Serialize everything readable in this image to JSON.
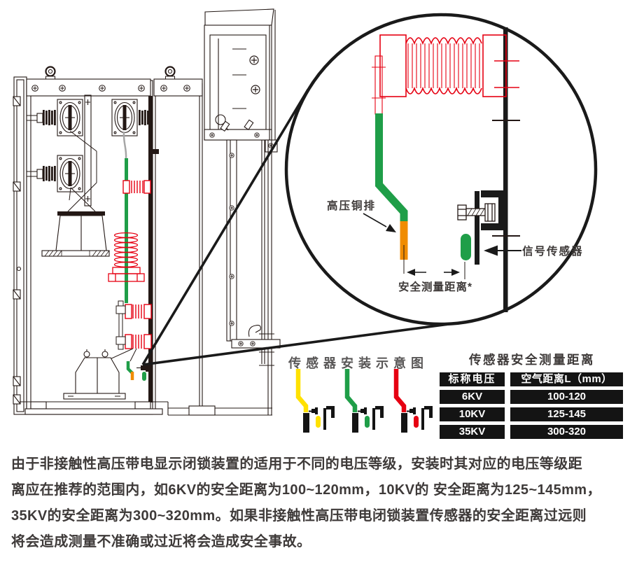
{
  "circle_callout": {
    "busbar_label": "高压铜排",
    "signal_sensor_label": "信号传感器",
    "safe_distance_label": "安全测量距离*"
  },
  "install_diagram": {
    "title": "传感器安装示意图",
    "phase_colors": [
      "yellow",
      "green",
      "red"
    ]
  },
  "distance_table": {
    "title": "传感器安全测量距离",
    "headers": {
      "voltage": "标称电压",
      "distance": "空气距离L（mm）"
    },
    "rows": [
      {
        "voltage": "6KV",
        "distance": "100-120"
      },
      {
        "voltage": "10KV",
        "distance": "125-145"
      },
      {
        "voltage": "35KV",
        "distance": "300-320"
      }
    ]
  },
  "description": {
    "lines": [
      "由于非接触性高压带电显示闭锁装置的适用于不同的电压等级，安装时其对应的电压等级距",
      "离应在推荐的范围内，如6KV的安全距离为100~120mm，10KV的 安全距离为125~145mm，",
      "35KV的安全距离为300~320mm。如果非接触性高压带电闭锁装置传感器的安全距离过远则",
      "将会造成测量不准确或过近将会造成安全事故。"
    ]
  },
  "colors": {
    "drawing_line": "#231815",
    "red": "#e60012",
    "green": "#1f9e48",
    "orange": "#f08c00",
    "yellow": "#ffe100",
    "text": "#3e3a39",
    "gray_title": "#595757"
  }
}
